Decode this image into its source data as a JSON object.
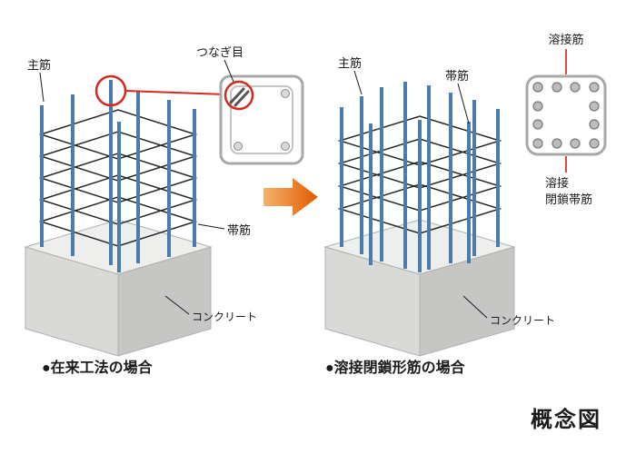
{
  "title": "概念図",
  "left_figure": {
    "labels": {
      "main_bar": "主筋",
      "joint": "つなぎ目",
      "hoop": "帯筋",
      "concrete": "コンクリート"
    },
    "caption": "●在来工法の場合"
  },
  "right_figure": {
    "labels": {
      "main_bar": "主筋",
      "hoop": "帯筋",
      "concrete": "コンクリート",
      "weld_bar": "溶接筋",
      "weld_closed_hoop_line1": "溶接",
      "weld_closed_hoop_line2": "閉鎖帯筋"
    },
    "caption": "●溶接閉鎖形筋の場合"
  },
  "colors": {
    "rebar_blue": "#4a7dad",
    "hoop_black": "#262626",
    "highlight_red": "#d42a1e",
    "detail_red_pointer": "#e04848",
    "arrow_orange_light": "#f6b26b",
    "arrow_orange_dark": "#e05a00",
    "concrete_top": "#eeeeec",
    "concrete_left": "#d9d9d7",
    "concrete_right": "#c6c6c4",
    "detail_frame_gray": "#a8a8a6"
  }
}
